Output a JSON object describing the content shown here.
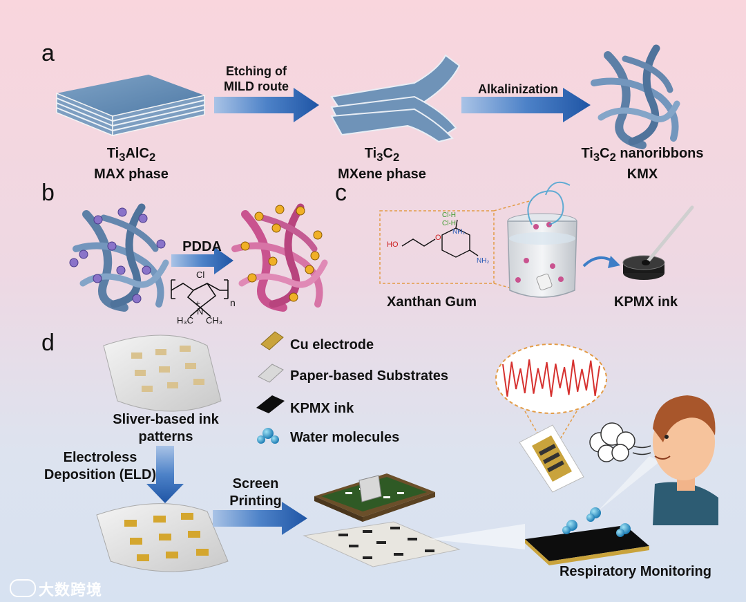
{
  "panels": {
    "a": {
      "letter": "a"
    },
    "b": {
      "letter": "b"
    },
    "c": {
      "letter": "c"
    },
    "d": {
      "letter": "d"
    }
  },
  "panel_a": {
    "arrow1_label_line1": "Etching of",
    "arrow1_label_line2": "MILD route",
    "arrow2_label": "Alkalinization",
    "stage1": {
      "formula_base": "Ti",
      "formula_sub1": "3",
      "formula_mid": "AlC",
      "formula_sub2": "2",
      "name": "MAX phase"
    },
    "stage2": {
      "formula_base": "Ti",
      "formula_sub1": "3",
      "formula_mid": "C",
      "formula_sub2": "2",
      "name": "MXene phase"
    },
    "stage3": {
      "formula_base": "Ti",
      "formula_sub1": "3",
      "formula_mid": "C",
      "formula_sub2": "2",
      "suffix": " nanoribbons",
      "name": "KMX"
    }
  },
  "panel_b": {
    "arrow_label": "PDDA",
    "chem_chloride": "Cl",
    "chem_n": "n",
    "chem_methyl_left": "H₃C",
    "chem_nitrogen": "N",
    "chem_methyl_right": "CH₃",
    "chem_plus": "+"
  },
  "panel_c": {
    "xanthan_label": "Xanthan Gum",
    "ink_label": "KPMX ink",
    "chem_ho": "HO",
    "chem_o": "O",
    "chem_nh2_top": "NH₂",
    "chem_nh2_bottom": "NH₂",
    "chem_clh1": "Cl-H",
    "chem_clh2": "Cl-H"
  },
  "panel_d": {
    "legend": [
      {
        "label": "Cu electrode",
        "icon": "cu-electrode-swatch",
        "color": "#c9a33c"
      },
      {
        "label": "Paper-based Substrates",
        "icon": "paper-swatch",
        "color": "#d9d9d9"
      },
      {
        "label": "KPMX ink",
        "icon": "kpmx-swatch",
        "color": "#0d0d0d"
      },
      {
        "label": "Water molecules",
        "icon": "water-molecule-icon",
        "color": "#1c8fc4"
      }
    ],
    "silver_label_line1": "Sliver-based ink",
    "silver_label_line2": "patterns",
    "eld_label_line1": "Electroless",
    "eld_label_line2": "Deposition (ELD)",
    "screen_label_line1": "Screen",
    "screen_label_line2": "Printing",
    "respiratory_label": "Respiratory Monitoring"
  },
  "watermark": {
    "text": "大数跨境"
  },
  "colors": {
    "arrow": "#2f68b4",
    "mxene": "#6f93b8",
    "ribbon_pink": "#c9538f",
    "signal": "#d6312f",
    "cu": "#c9a33c"
  }
}
